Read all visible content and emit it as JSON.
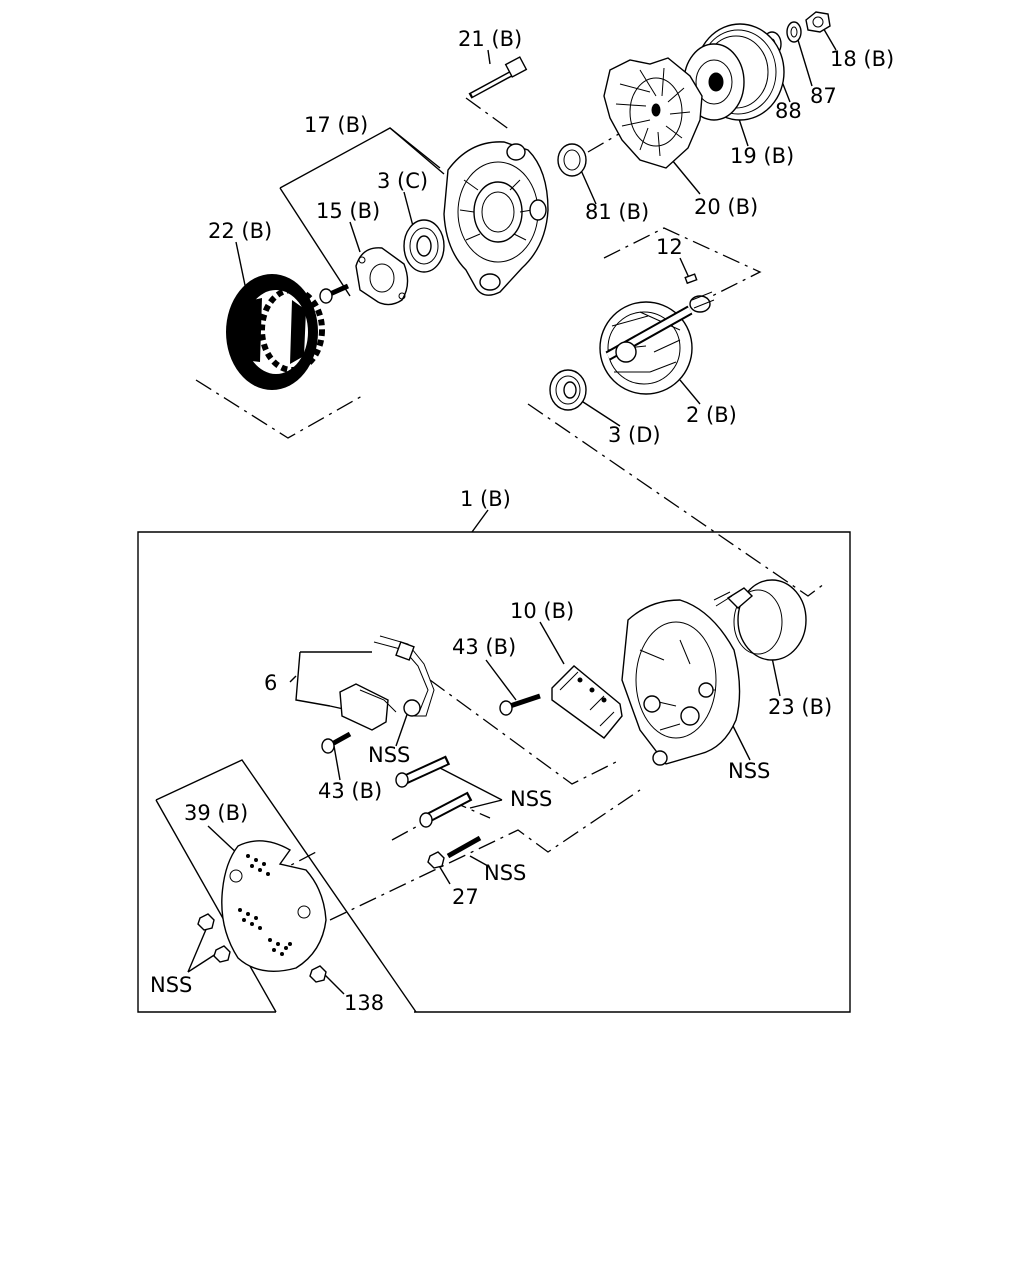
{
  "labels": {
    "l21": "21 (B)",
    "l18": "18 (B)",
    "l17": "17 (B)",
    "l88": "88",
    "l87": "87",
    "l3c": "3 (C)",
    "l19": "19 (B)",
    "l15": "15 (B)",
    "l81": "81 (B)",
    "l20": "20 (B)",
    "l22": "22 (B)",
    "l12": "12",
    "l2": "2 (B)",
    "l3d": "3 (D)",
    "l1": "1 (B)",
    "l10": "10 (B)",
    "l43a": "43 (B)",
    "l6": "6",
    "lnss1": "NSS",
    "l23": "23 (B)",
    "lnss2": "NSS",
    "l43b": "43 (B)",
    "lnss3": "NSS",
    "l39": "39 (B)",
    "lnss4": "NSS",
    "l27": "27",
    "lnss5": "NSS",
    "l138": "138"
  }
}
